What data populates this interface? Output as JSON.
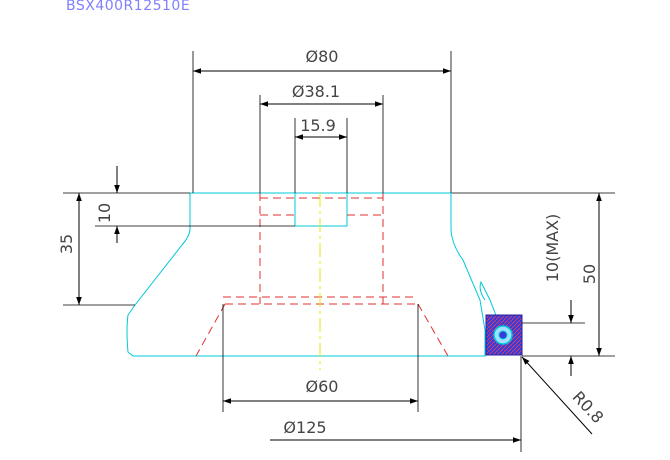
{
  "drawing": {
    "part_code": "BSX400R12510E",
    "dimensions": {
      "d80": "Ø80",
      "d38": "Ø38.1",
      "w159": "15.9",
      "h10": "10",
      "h35": "35",
      "h50": "50",
      "h10max": "10(MAX)",
      "d60": "Ø60",
      "d125": "Ø125",
      "r08": "R0.8"
    },
    "colors": {
      "outline": "#00c8d8",
      "hidden_lines": "#e23030",
      "centerline": "#e8e800",
      "dimension_lines": "#000000",
      "insert_fill": "#3a3ad8",
      "part_code_text": "#7f7fff"
    }
  }
}
